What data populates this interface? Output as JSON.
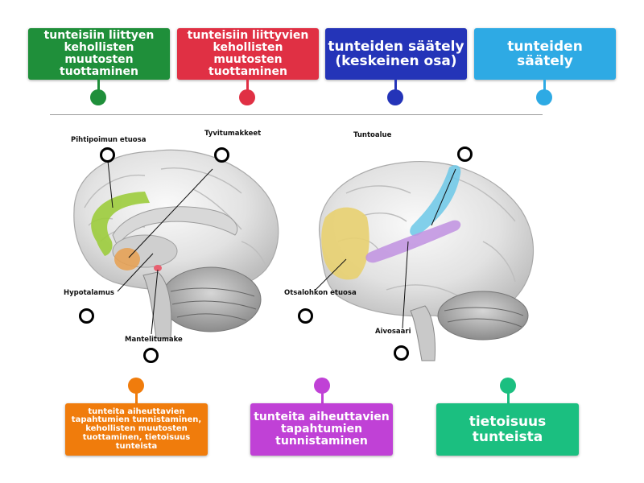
{
  "top_tiles": [
    {
      "lines": [
        "tunteisiin liittyen",
        "kehollisten muutosten",
        "tuottaminen"
      ],
      "color": "#1f8f3a"
    },
    {
      "lines": [
        "tunteisiin liittyvien",
        "kehollisten muutosten",
        "tuottaminen"
      ],
      "color": "#e03044"
    },
    {
      "lines": [
        "tunteiden säätely",
        "(keskeinen osa)"
      ],
      "color": "#2434b8"
    },
    {
      "lines": [
        "tunteiden",
        "säätely"
      ],
      "color": "#2eaae4"
    }
  ],
  "bottom_tiles": [
    {
      "lines": [
        "tunteita aiheuttavien",
        "tapahtumien tunnistaminen,",
        "kehollisten muutosten",
        "tuottaminen, tietoisuus tunteista"
      ],
      "color": "#f07c0c"
    },
    {
      "lines": [
        "tunteita aiheuttavien",
        "tapahtumien",
        "tunnistaminen"
      ],
      "color": "#c041d6"
    },
    {
      "lines": [
        "tietoisuus",
        "tunteista"
      ],
      "color": "#1bbf80"
    }
  ],
  "labels": {
    "pihtipoimun": "Pihtipoimun etuosa",
    "tyvitumakkeet": "Tyvitumakkeet",
    "tuntoalue": "Tuntoalue",
    "hypotalamus": "Hypotalamus",
    "mantelitumake": "Mantelitumake",
    "otsalohkon": "Otsalohkon etuosa",
    "aivosaari": "Aivosaari"
  },
  "colors": {
    "cingulate": "#9ccc3c",
    "hypothalamus": "#e8a050",
    "amygdala": "#e86070",
    "frontal": "#e8d070",
    "somatosensory": "#6cc8e8",
    "insula": "#c090e0"
  }
}
